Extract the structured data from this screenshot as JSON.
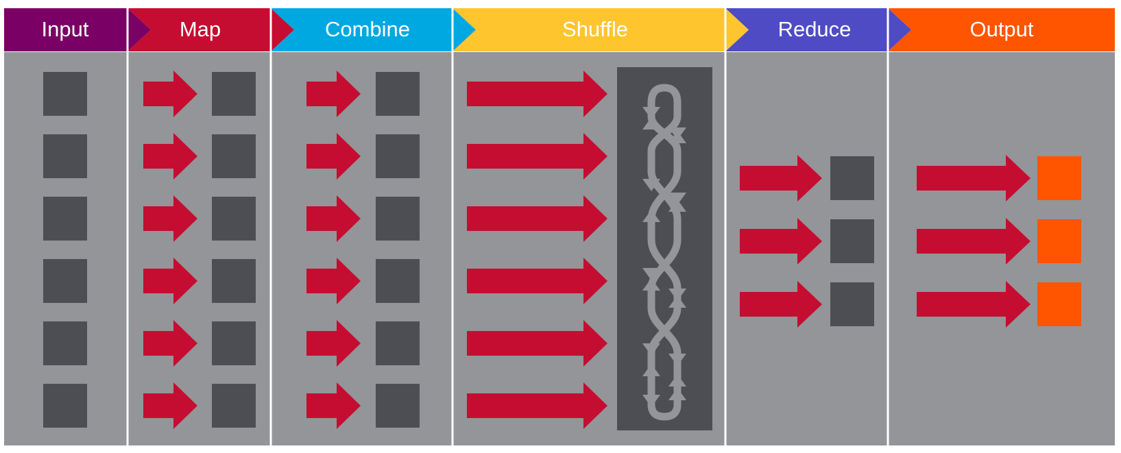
{
  "stages": [
    {
      "id": "input",
      "label": "Input",
      "color": "#7B0066"
    },
    {
      "id": "map",
      "label": "Map",
      "color": "#C50D31"
    },
    {
      "id": "combine",
      "label": "Combine",
      "color": "#00A8E1"
    },
    {
      "id": "shuffle",
      "label": "Shuffle",
      "color": "#FFC52F"
    },
    {
      "id": "reduce",
      "label": "Reduce",
      "color": "#4F4BC4"
    },
    {
      "id": "output",
      "label": "Output",
      "color": "#FF5500"
    }
  ],
  "colors": {
    "panel": "#939598",
    "block": "#4D4E53",
    "arrow": "#C50D31",
    "output_block": "#FF5500",
    "divider": "#ffffff",
    "braid": "#939598"
  },
  "counts": {
    "input_blocks": 6,
    "map_blocks": 6,
    "combine_blocks": 6,
    "shuffle_arrows": 6,
    "reduce_blocks": 3,
    "output_blocks": 3
  },
  "icons": {
    "stage_arrow": "chevron-right-icon",
    "flow_arrow": "arrow-right-icon",
    "shuffle": "braid-icon"
  }
}
